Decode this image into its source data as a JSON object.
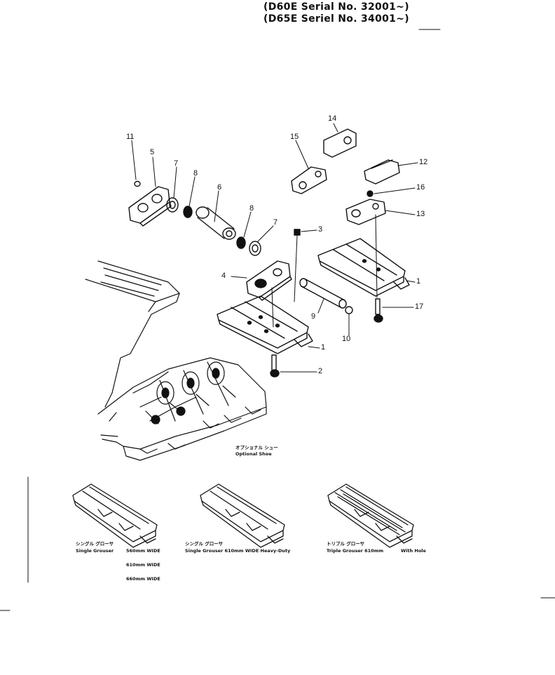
{
  "header": {
    "line1": "(D60E Serial No. 32001~)",
    "line2": "(D65E Seriel No. 34001~)"
  },
  "callouts": [
    "11",
    "5",
    "7",
    "8",
    "6",
    "8",
    "7",
    "3",
    "4",
    "9",
    "10",
    "2",
    "1",
    "1",
    "14",
    "15",
    "12",
    "16",
    "13",
    "17"
  ],
  "captions": {
    "optional_jp": "オプショナル シュー",
    "optional_en": "Optional Shoe",
    "single_jp": "シングル グローサ",
    "single_en": "Single Grouser",
    "single_w1": "560mm WIDE",
    "single_w2": "610mm WIDE",
    "single_w3": "660mm WIDE",
    "single_hd_jp": "シングル グローサ",
    "single_hd_en": "Single Grouser 610mm WIDE Heavy-Duty",
    "triple_jp": "トリプル グローサ",
    "triple_en": "Triple Grouser 610mm",
    "triple_note": "With Hole"
  }
}
